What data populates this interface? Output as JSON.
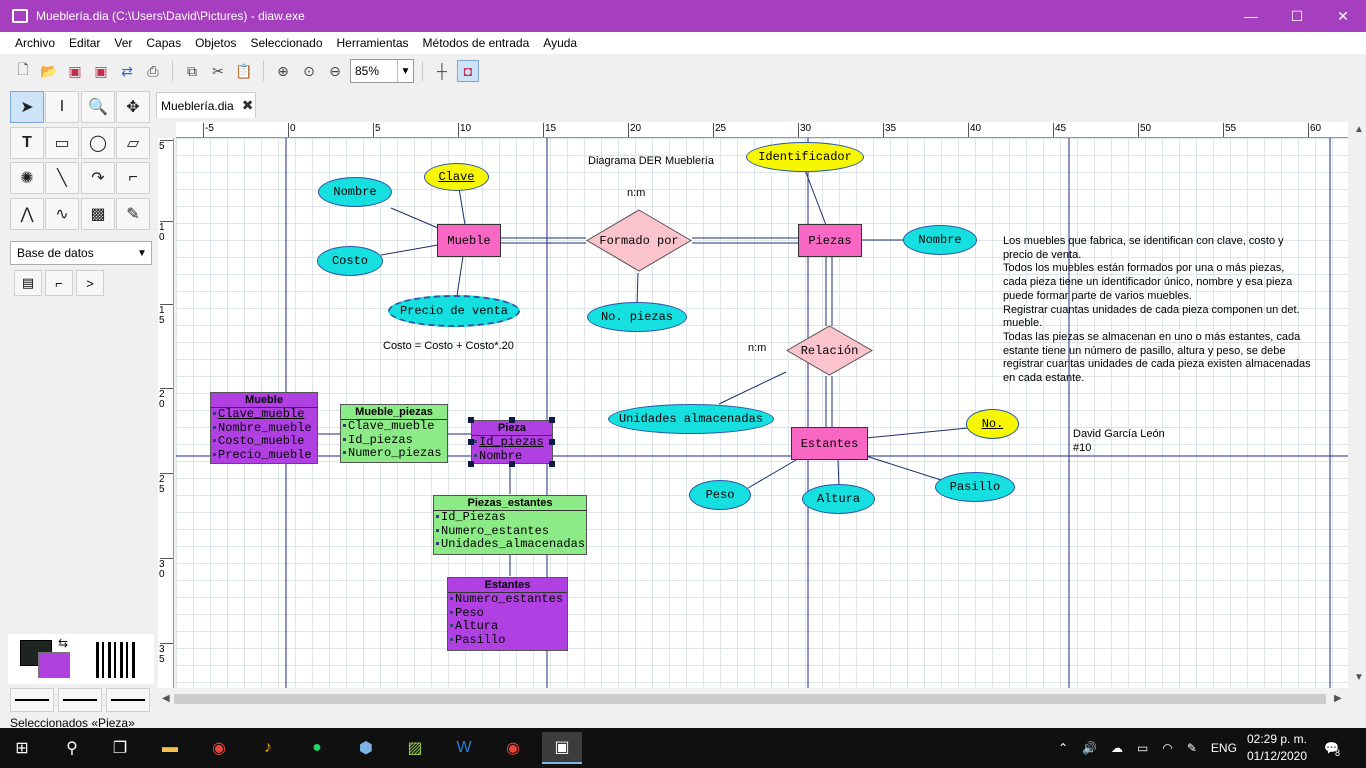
{
  "window": {
    "title": "Mueblería.dia (C:\\Users\\David\\Pictures) - diaw.exe",
    "minimize_icon": "minimize-icon",
    "maximize_icon": "maximize-icon",
    "close_icon": "close-icon"
  },
  "menu": [
    "Archivo",
    "Editar",
    "Ver",
    "Capas",
    "Objetos",
    "Seleccionado",
    "Herramientas",
    "Métodos de entrada",
    "Ayuda"
  ],
  "toolbar": {
    "zoom": "85%"
  },
  "tab": {
    "label": "Mueblería.dia",
    "close_icon": "close-x-icon"
  },
  "palette": {
    "sheet": "Base de datos"
  },
  "ruler": {
    "h_labels": [
      "-5",
      "0",
      "5",
      "10",
      "15",
      "20",
      "25",
      "30",
      "35",
      "40",
      "45",
      "50",
      "55",
      "60"
    ],
    "v_labels": [
      "5",
      "10",
      "15",
      "20",
      "25",
      "30",
      "35"
    ]
  },
  "diagram": {
    "title": "Diagrama DER Mueblería",
    "nm1": "n:m",
    "nm2": "n:m",
    "formula": "Costo = Costo + Costo*.20",
    "author_name": "David García León",
    "author_num": "#10",
    "entities": {
      "mueble": "Mueble",
      "piezas": "Piezas",
      "estantes": "Estantes"
    },
    "relations": {
      "formado": "Formado por",
      "relacion": "Relación"
    },
    "attributes": {
      "nombre1": "Nombre",
      "clave": "Clave",
      "costo": "Costo",
      "precio": "Precio de venta",
      "no_piezas": "No. piezas",
      "identificador": "Identificador",
      "nombre2": "Nombre",
      "unidades": "Unidades almacenadas",
      "no": "No.",
      "peso": "Peso",
      "altura": "Altura",
      "pasillo": "Pasillo"
    },
    "description": [
      "Los muebles que fabrica, se identifican con clave, costo y",
      "precio de venta.",
      "Todos los muebles están formados por una o más piezas,",
      "cada pieza tiene un identificador único, nombre y esa pieza",
      "puede formar parte de varios muebles.",
      "Registrar cuantas unidades de cada pieza componen un det.",
      "mueble.",
      "Todas las piezas se almacenan en uno o más estantes, cada",
      "estante tiene un número de pasillo, altura y peso, se debe",
      "registrar cuantas unidades de cada pieza existen almacenadas",
      "en cada estante."
    ],
    "tables": {
      "mueble": {
        "title": "Mueble",
        "rows": [
          "Clave_mueble",
          "Nombre_mueble",
          "Costo_mueble",
          "Precio_mueble"
        ]
      },
      "mueble_piezas": {
        "title": "Mueble_piezas",
        "rows": [
          "Clave_mueble",
          "Id_piezas",
          "Numero_piezas"
        ]
      },
      "pieza": {
        "title": "Pieza",
        "rows": [
          "Id_piezas",
          "Nombre"
        ]
      },
      "piezas_estantes": {
        "title": "Piezas_estantes",
        "rows": [
          "Id_Piezas",
          "Numero_estantes",
          "Unidades_almacenadas"
        ]
      },
      "estantes": {
        "title": "Estantes",
        "rows": [
          "Numero_estantes",
          "Peso",
          "Altura",
          "Pasillo"
        ]
      }
    }
  },
  "status": "Seleccionados «Pieza»",
  "taskbar": {
    "language": "ENG",
    "time": "02:29 p. m.",
    "date": "01/12/2020",
    "notifications": "8"
  },
  "colors": {
    "titlebar": "#a63fbf",
    "entity": "#f767c3",
    "attribute": "#16dfe0",
    "key_attribute": "#f7f704",
    "relationship": "#fbc3cc",
    "table_purple": "#b040e2",
    "table_green": "#8deb87"
  }
}
